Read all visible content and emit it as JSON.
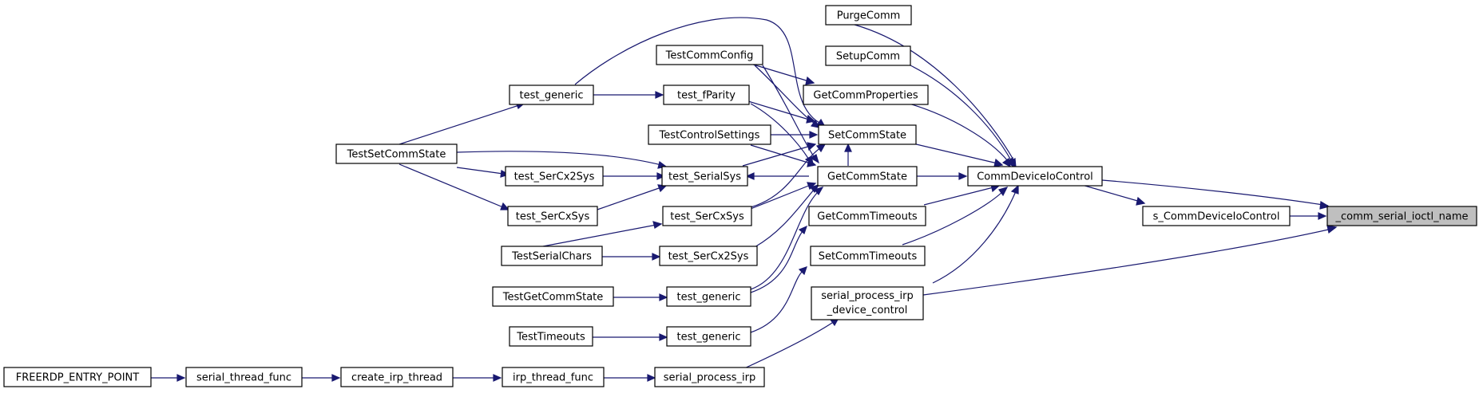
{
  "graph": {
    "colors": {
      "edge": "#191970",
      "node_border": "#000000",
      "node_fill": "#ffffff",
      "root_fill": "#bfbfbf"
    },
    "nodes": {
      "root": "_comm_serial_ioctl_name",
      "s_comm_device_io_control": "s_CommDeviceIoControl",
      "comm_device_io_control": "CommDeviceIoControl",
      "serial_process_irp_device_control": [
        "serial_process_irp",
        "_device_control"
      ],
      "purge_comm": "PurgeComm",
      "setup_comm": "SetupComm",
      "get_comm_properties": "GetCommProperties",
      "set_comm_state": "SetCommState",
      "get_comm_state": "GetCommState",
      "get_comm_timeouts": "GetCommTimeouts",
      "set_comm_timeouts": "SetCommTimeouts",
      "serial_process_irp": "serial_process_irp",
      "test_comm_config": "TestCommConfig",
      "test_fparity": "test_fParity",
      "test_control_settings": "TestControlSettings",
      "test_serial_sys": "test_SerialSys",
      "test_sercxsys_mid": "test_SerCxSys",
      "test_sercx2sys_mid": "test_SerCx2Sys",
      "test_generic_a": "test_generic",
      "test_generic_b": "test_generic",
      "test_generic_top": "test_generic",
      "test_sercx2sys_left": "test_SerCx2Sys",
      "test_sercxsys_left": "test_SerCxSys",
      "test_set_comm_state": "TestSetCommState",
      "test_serial_chars": "TestSerialChars",
      "test_get_comm_state": "TestGetCommState",
      "test_timeouts": "TestTimeouts",
      "irp_thread_func": "irp_thread_func",
      "create_irp_thread": "create_irp_thread",
      "serial_thread_func": "serial_thread_func",
      "freerdp_entry_point": "FREERDP_ENTRY_POINT"
    }
  }
}
